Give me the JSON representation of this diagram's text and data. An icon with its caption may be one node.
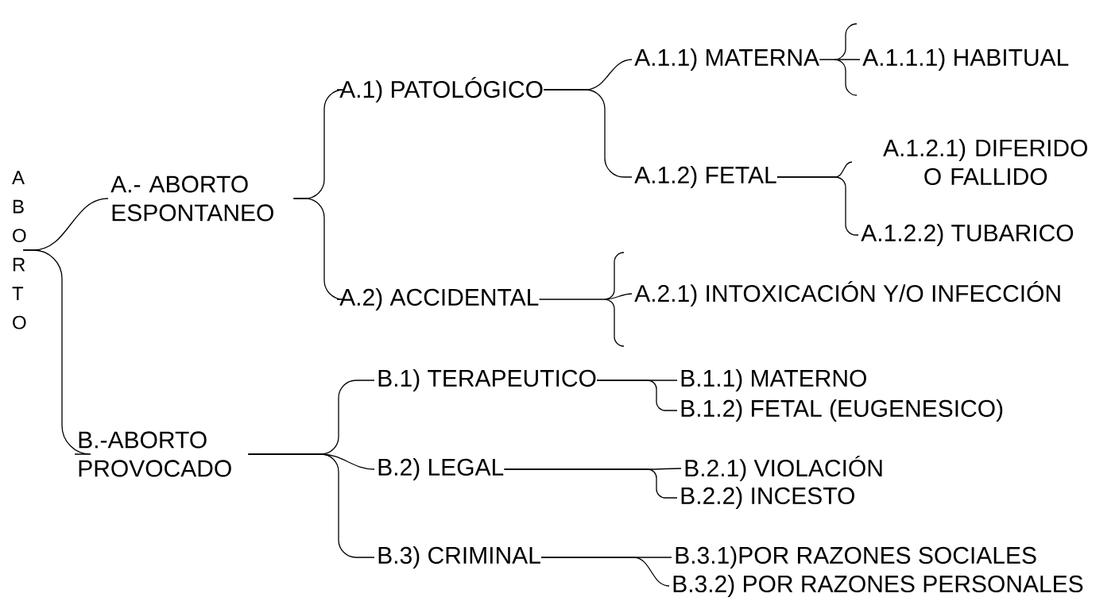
{
  "diagram": {
    "nodes": [
      {
        "text": [
          "A B O R T O"
        ]
      },
      {
        "text": [
          "A.- ABORTO ESPONTANEO"
        ]
      },
      {
        "text": [
          "A.1) PATOLÓGICO"
        ]
      },
      {
        "text": [
          "A.1.1) MATERNA"
        ]
      },
      {
        "text": [
          "A.1.1.1) HABITUAL"
        ]
      },
      {
        "text": [
          "A.1.2) FETAL"
        ]
      },
      {
        "text": [
          "A.1.2.1) DIFERIDO O FALLIDO"
        ]
      },
      {
        "text": [
          "A.1.2.2) TUBARICO"
        ]
      },
      {
        "text": [
          "A.2) ACCIDENTAL"
        ]
      },
      {
        "text": [
          "A.2.1) INTOXICACIÓN Y/O INFECCIÓN"
        ]
      },
      {
        "text": [
          "B.-ABORTO PROVOCADO"
        ]
      },
      {
        "text": [
          "B.1) TERAPEUTICO"
        ]
      },
      {
        "text": [
          "B.1.1) MATERNO"
        ]
      },
      {
        "text": [
          "B.1.2) FETAL (EUGENESICO)"
        ]
      },
      {
        "text": [
          "B.2) LEGAL"
        ]
      },
      {
        "text": [
          "B.2.1) VIOLACIÓN"
        ]
      },
      {
        "text": [
          "B.2.2) INCESTO"
        ]
      },
      {
        "text": [
          "B.3) CRIMINAL"
        ]
      },
      {
        "text": [
          "B.3.1)POR RAZONES SOCIALES"
        ]
      },
      {
        "text": [
          "B.3.2) POR RAZONES PERSONALES"
        ]
      }
    ],
    "edges": [
      {
        "from": 0,
        "to": 1,
        "arrow": "none"
      },
      {
        "from": 0,
        "to": 10,
        "arrow": "none"
      },
      {
        "from": 1,
        "to": 2,
        "arrow": "none"
      },
      {
        "from": 1,
        "to": 8,
        "arrow": "none"
      },
      {
        "from": 2,
        "to": 3,
        "arrow": "none"
      },
      {
        "from": 2,
        "to": 5,
        "arrow": "none"
      },
      {
        "from": 3,
        "to": 4,
        "arrow": "none"
      },
      {
        "from": 5,
        "to": 6,
        "arrow": "none"
      },
      {
        "from": 5,
        "to": 7,
        "arrow": "none"
      },
      {
        "from": 8,
        "to": 9,
        "arrow": "none"
      },
      {
        "from": 10,
        "to": 11,
        "arrow": "none"
      },
      {
        "from": 10,
        "to": 14,
        "arrow": "none"
      },
      {
        "from": 10,
        "to": 17,
        "arrow": "none"
      },
      {
        "from": 11,
        "to": 12,
        "arrow": "none"
      },
      {
        "from": 11,
        "to": 13,
        "arrow": "none"
      },
      {
        "from": 14,
        "to": 15,
        "arrow": "none"
      },
      {
        "from": 14,
        "to": 16,
        "arrow": "none"
      },
      {
        "from": 17,
        "to": 18,
        "arrow": "none"
      },
      {
        "from": 17,
        "to": 19,
        "arrow": "none"
      }
    ]
  }
}
